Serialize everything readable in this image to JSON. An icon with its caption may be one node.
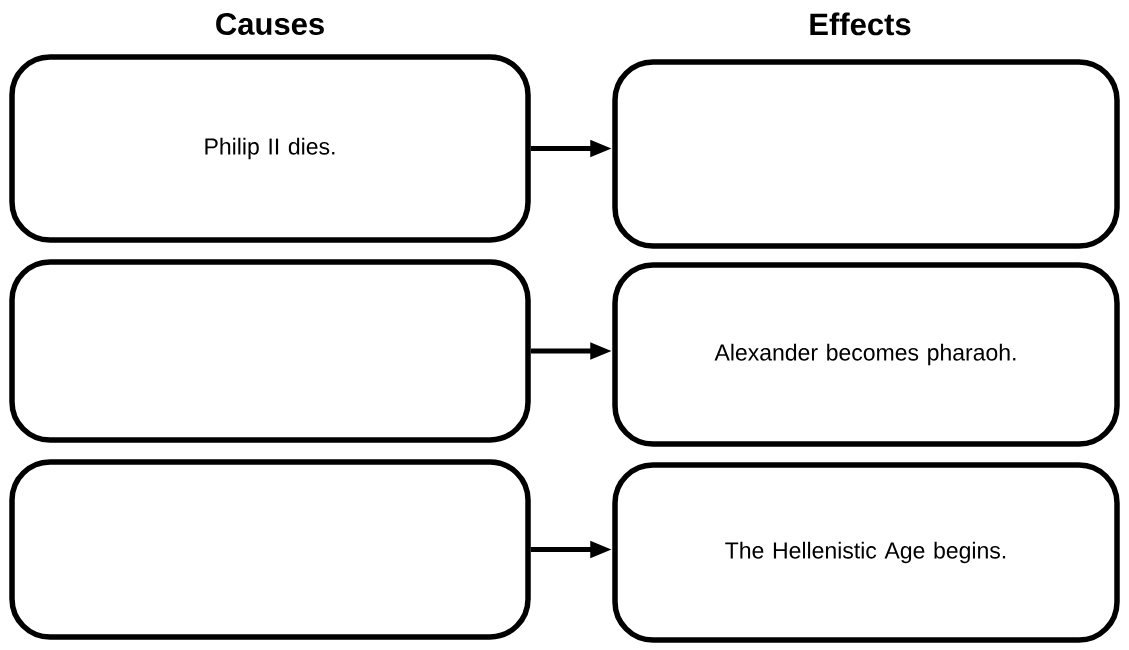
{
  "diagram": {
    "nodes": [
      {
        "text": [
          "Philip II dies."
        ]
      },
      {
        "text": [],
        "shape": "box"
      },
      {
        "text": [],
        "shape": "box"
      },
      {
        "text": [
          "Alexander becomes pharaoh."
        ]
      },
      {
        "text": [],
        "shape": "box"
      },
      {
        "text": [
          "The Hellenistic Age begins."
        ]
      }
    ],
    "edges": [
      {
        "from": 0,
        "to": 1,
        "arrow": "to"
      },
      {
        "from": 2,
        "to": 3,
        "arrow": "to"
      },
      {
        "from": 4,
        "to": 5,
        "arrow": "to"
      }
    ],
    "labels": [
      "Causes",
      "Effects"
    ]
  }
}
